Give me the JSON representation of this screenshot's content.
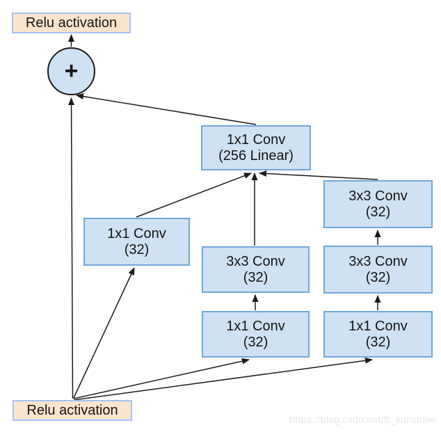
{
  "nodes": {
    "relu_top": {
      "label": "Relu activation"
    },
    "sum": {
      "symbol": "+"
    },
    "conv_256": {
      "line1": "1x1 Conv",
      "line2": "(256 Linear)"
    },
    "conv_left_1x1": {
      "line1": "1x1 Conv",
      "line2": "(32)"
    },
    "conv_mid_3x3": {
      "line1": "3x3 Conv",
      "line2": "(32)"
    },
    "conv_mid_1x1": {
      "line1": "1x1 Conv",
      "line2": "(32)"
    },
    "conv_right_3x3_top": {
      "line1": "3x3 Conv",
      "line2": "(32)"
    },
    "conv_right_3x3_mid": {
      "line1": "3x3 Conv",
      "line2": "(32)"
    },
    "conv_right_1x1": {
      "line1": "1x1 Conv",
      "line2": "(32)"
    },
    "relu_bottom": {
      "label": "Relu activation"
    }
  },
  "watermark": {
    "text": "https://blog.csdn.net/ft_sunshine"
  },
  "colors": {
    "conv_fill": "#cfe2f3",
    "conv_border": "#6fa8dc",
    "relu_fill": "#fce5cd",
    "relu_border": "#a4c2f4",
    "line_color": "#1a1a1a",
    "text_color": "#141414",
    "watermark_color": "#e8e8e8",
    "background": "#ffffff"
  }
}
